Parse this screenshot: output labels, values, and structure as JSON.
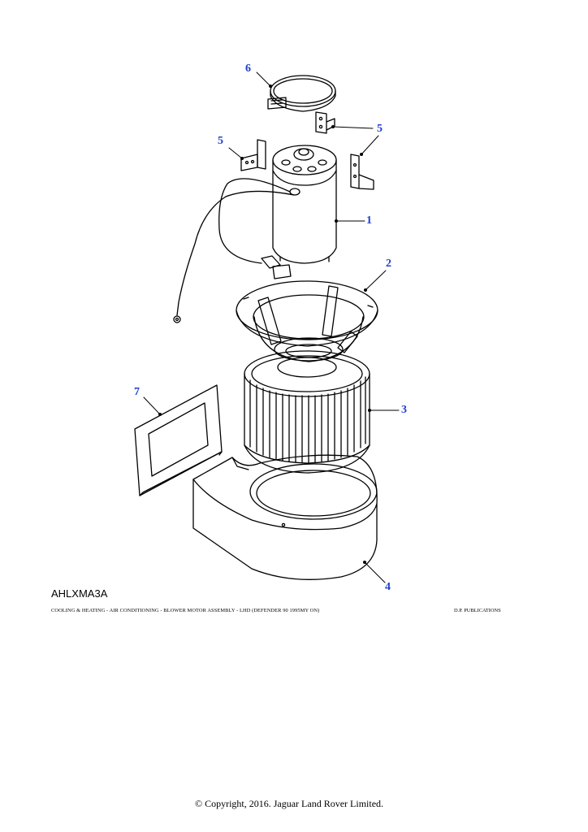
{
  "diagram": {
    "code": "AHLXMA3A",
    "caption": "COOLING & HEATING - AIR CONDITIONING - BLOWER MOTOR ASSEMBLY - LHD (DEFENDER 90 1995MY ON)",
    "publisher": "D.P. PUBLICATIONS",
    "callout_color": "#1f3fd0",
    "callouts": {
      "c1": "1",
      "c2": "2",
      "c3": "3",
      "c4": "4",
      "c5a": "5",
      "c5b": "5",
      "c6": "6",
      "c7": "7"
    }
  },
  "footer": {
    "copyright": "© Copyright, 2016. Jaguar Land Rover Limited."
  }
}
